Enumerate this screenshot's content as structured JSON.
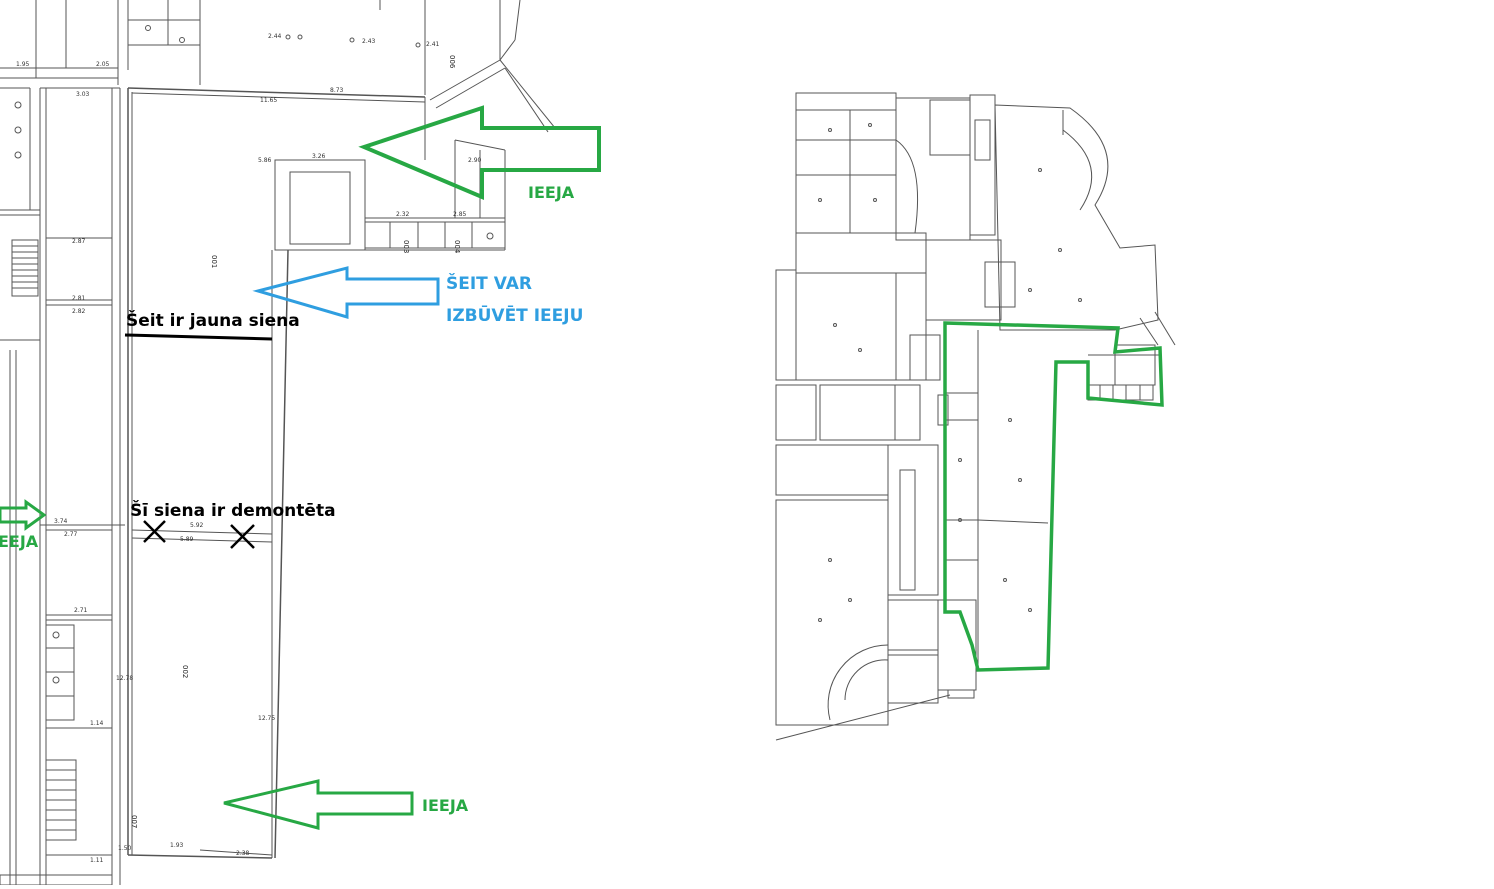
{
  "annotations": {
    "entrance_top": "IEEJA",
    "entrance_left": "IEEJA",
    "entrance_bottom": "IEEJA",
    "possible_entrance_line1": "ŠEIT VAR",
    "possible_entrance_line2": "IZBŪVĒT IEEJU",
    "new_wall": "Šeit ir jauna siena",
    "demolished_wall": "Šī siena ir demontēta"
  },
  "dimensions": {
    "d_1165": "11.65",
    "d_873": "8.73",
    "d_326": "3.26",
    "d_586": "5.86",
    "d_592": "5.92",
    "d_589": "5.89",
    "d_193": "1.93",
    "d_238": "2.38",
    "d_303": "3.03",
    "d_282": "2.82",
    "d_277": "2.77",
    "d_374": "3.74",
    "d_287": "2.87",
    "d_281": "2.81",
    "d_285": "2.85",
    "d_290": "2.90",
    "d_232": "2.32",
    "d_205": "2.05",
    "d_195": "1.95",
    "d_244": "2.44",
    "d_243": "2.43",
    "d_241": "2.41",
    "d_271": "2.71",
    "d_1275": "12.75",
    "d_1278": "12.78",
    "d_150": "1.50",
    "d_111": "1.11",
    "d_114": "1.14"
  },
  "rooms": {
    "r_001": "001",
    "r_004": "004",
    "r_003": "003",
    "r_007": "007",
    "r_006": "006",
    "r_002": "002"
  },
  "colors": {
    "entrance_green": "#27a844",
    "possible_blue": "#2f9ee0",
    "wall_black": "#000000",
    "plan_line": "#555555"
  }
}
